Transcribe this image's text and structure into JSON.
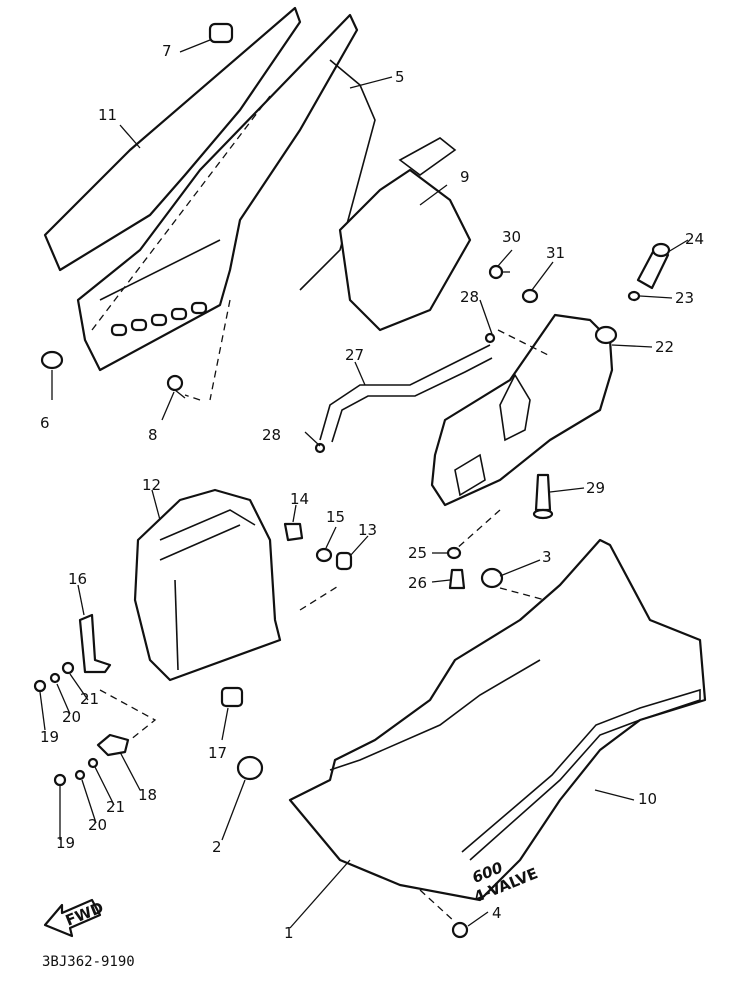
{
  "diagram": {
    "part_numbers": [
      "1",
      "2",
      "3",
      "4",
      "5",
      "6",
      "7",
      "8",
      "9",
      "10",
      "11",
      "12",
      "13",
      "14",
      "15",
      "16",
      "17",
      "18",
      "19",
      "20",
      "21",
      "22",
      "23",
      "24",
      "25",
      "26",
      "27",
      "28",
      "29",
      "30",
      "31"
    ],
    "drawing_code": "3BJ362-9190",
    "arrow_label": "FWD",
    "decal_text": "600",
    "decal_subtext": "4-VALVE"
  }
}
